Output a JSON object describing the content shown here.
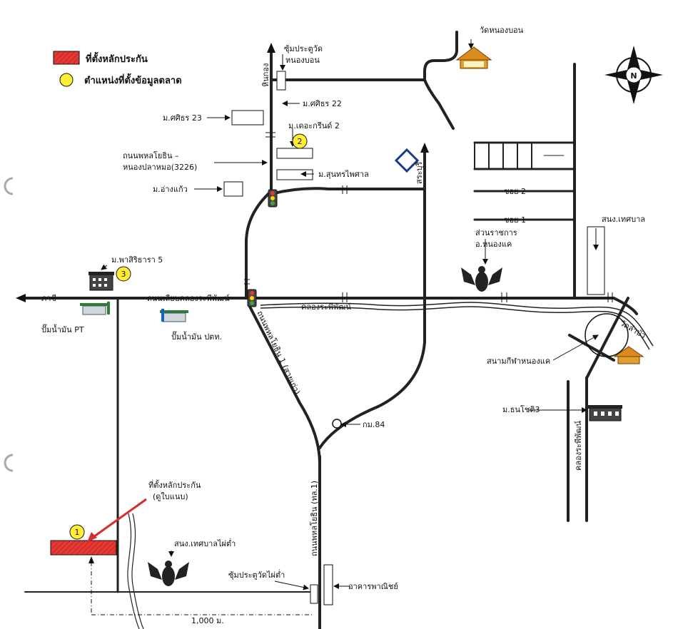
{
  "legend": {
    "collateral_label": "ที่ตั้งหลักประกัน",
    "market_label": "ตำแหน่งที่ตั้งข้อมูลตลาด",
    "collateral_color": "#e53935",
    "market_color": "#ffee33"
  },
  "markers": {
    "m1": "1",
    "m2": "2",
    "m3": "3"
  },
  "labels": {
    "wat_nong_bon": "วัดหนองบอน",
    "soi_pratu_wat": "ซุ้มประตูวัด",
    "nong_bon": "หนองบอน",
    "m_sasiri_22": "ม.ศศิธร 22",
    "m_sasiri_23": "ม.ศศิธร 23",
    "m_the_green_2": "ม.เดอะกรีนด์ 2",
    "road_phahon_nongpla_1": "ถนนพหลโยธิน –",
    "road_phahon_nongpla_2": "หนองปลาหมอ(3226)",
    "m_sunthorn": "ม.สุนทรไพศาล",
    "m_ang_kaew": "ม.อ่างแก้ว",
    "soi_2": "ซอย 2",
    "soi_1": "ซอย 1",
    "police": "สนง.เทศบาล",
    "gov_office_1": "ส่วนราชการ",
    "gov_office_2": "อ.หนองแค",
    "m_phasiri": "ม.พาสิริธารา 5",
    "to_phachi": "ภาชี",
    "road_liap_khlong": "ถนนเลียบคลองระพีพัฒน์",
    "khlong_raphiphat": "คลองระพีพัฒน์",
    "wat_lam_bua": "วัดลำบัว",
    "gas_pt": "ปั๊มน้ำมัน PT",
    "gas_ptt": "ปั๊มน้ำมัน ปตท.",
    "stadium": "สนามกีฬาหนองแค",
    "m_thanasothi": "ม.ธนโชติ3",
    "km84": "กม.84",
    "old_road": "ถนนพหลโยธิน 1 (สายเก่า)",
    "highway1": "ถนนพหลโยธิน (ทล.1)",
    "saraburi": "สระบุรี",
    "hin_kong": "หินกอง",
    "collateral_note_1": "ที่ตั้งหลักประกัน",
    "collateral_note_2": "(ดูใบแนบ)",
    "municipal_phai_tam": "สนง.เทศบาลไผ่ต่ำ",
    "soi_wat_phai_tam": "ซุ้มประตูวัดไผ่ต่ำ",
    "commercial": "อาคารพาณิชย์",
    "distance": "1,000 ม.",
    "khlong_vertical": "คลองระพีพัฒน์",
    "north": "N"
  }
}
